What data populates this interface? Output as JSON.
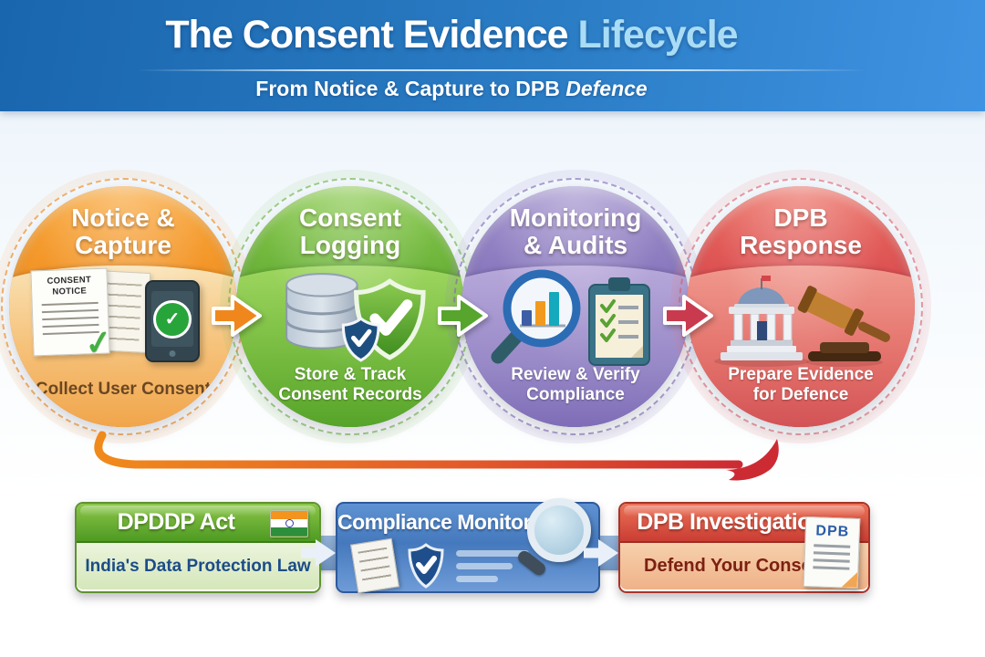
{
  "header": {
    "title_main": "The Consent Evidence ",
    "title_accent": "Lifecycle",
    "subtitle_main": "From Notice & Capture to DPB ",
    "subtitle_italic": "Defence"
  },
  "stages": [
    {
      "title": "Notice &\nCapture",
      "caption": "Collect User Consent",
      "doc_title": "CONSENT\nNOTICE",
      "color": "#ef8a1c"
    },
    {
      "title": "Consent\nLogging",
      "caption": "Store & Track\nConsent Records",
      "color": "#55a22a"
    },
    {
      "title": "Monitoring\n& Audits",
      "caption": "Review & Verify\nCompliance",
      "color": "#7a68b4"
    },
    {
      "title": "DPB\nResponse",
      "caption": "Prepare Evidence\nfor Defence",
      "color": "#d4414a"
    }
  ],
  "banners": [
    {
      "title": "DPDDP Act",
      "subtitle": "India's Data Protection Law"
    },
    {
      "title": "Compliance Monitoring"
    },
    {
      "title": "DPB Investigation",
      "subtitle": "Defend Your Consent",
      "doc_label": "DPB"
    }
  ],
  "icons": {
    "check": "✓"
  },
  "theme": {
    "hdr1": "#1a66ae",
    "hdr2": "#3f93e2",
    "accent": "#a9dcf5",
    "s1": "#ef8a1c",
    "s2": "#55a22a",
    "s3": "#7a68b4",
    "s4": "#d4414a",
    "a1": "#f0871c",
    "a2": "#57a52c",
    "a3": "#c93a4e"
  }
}
